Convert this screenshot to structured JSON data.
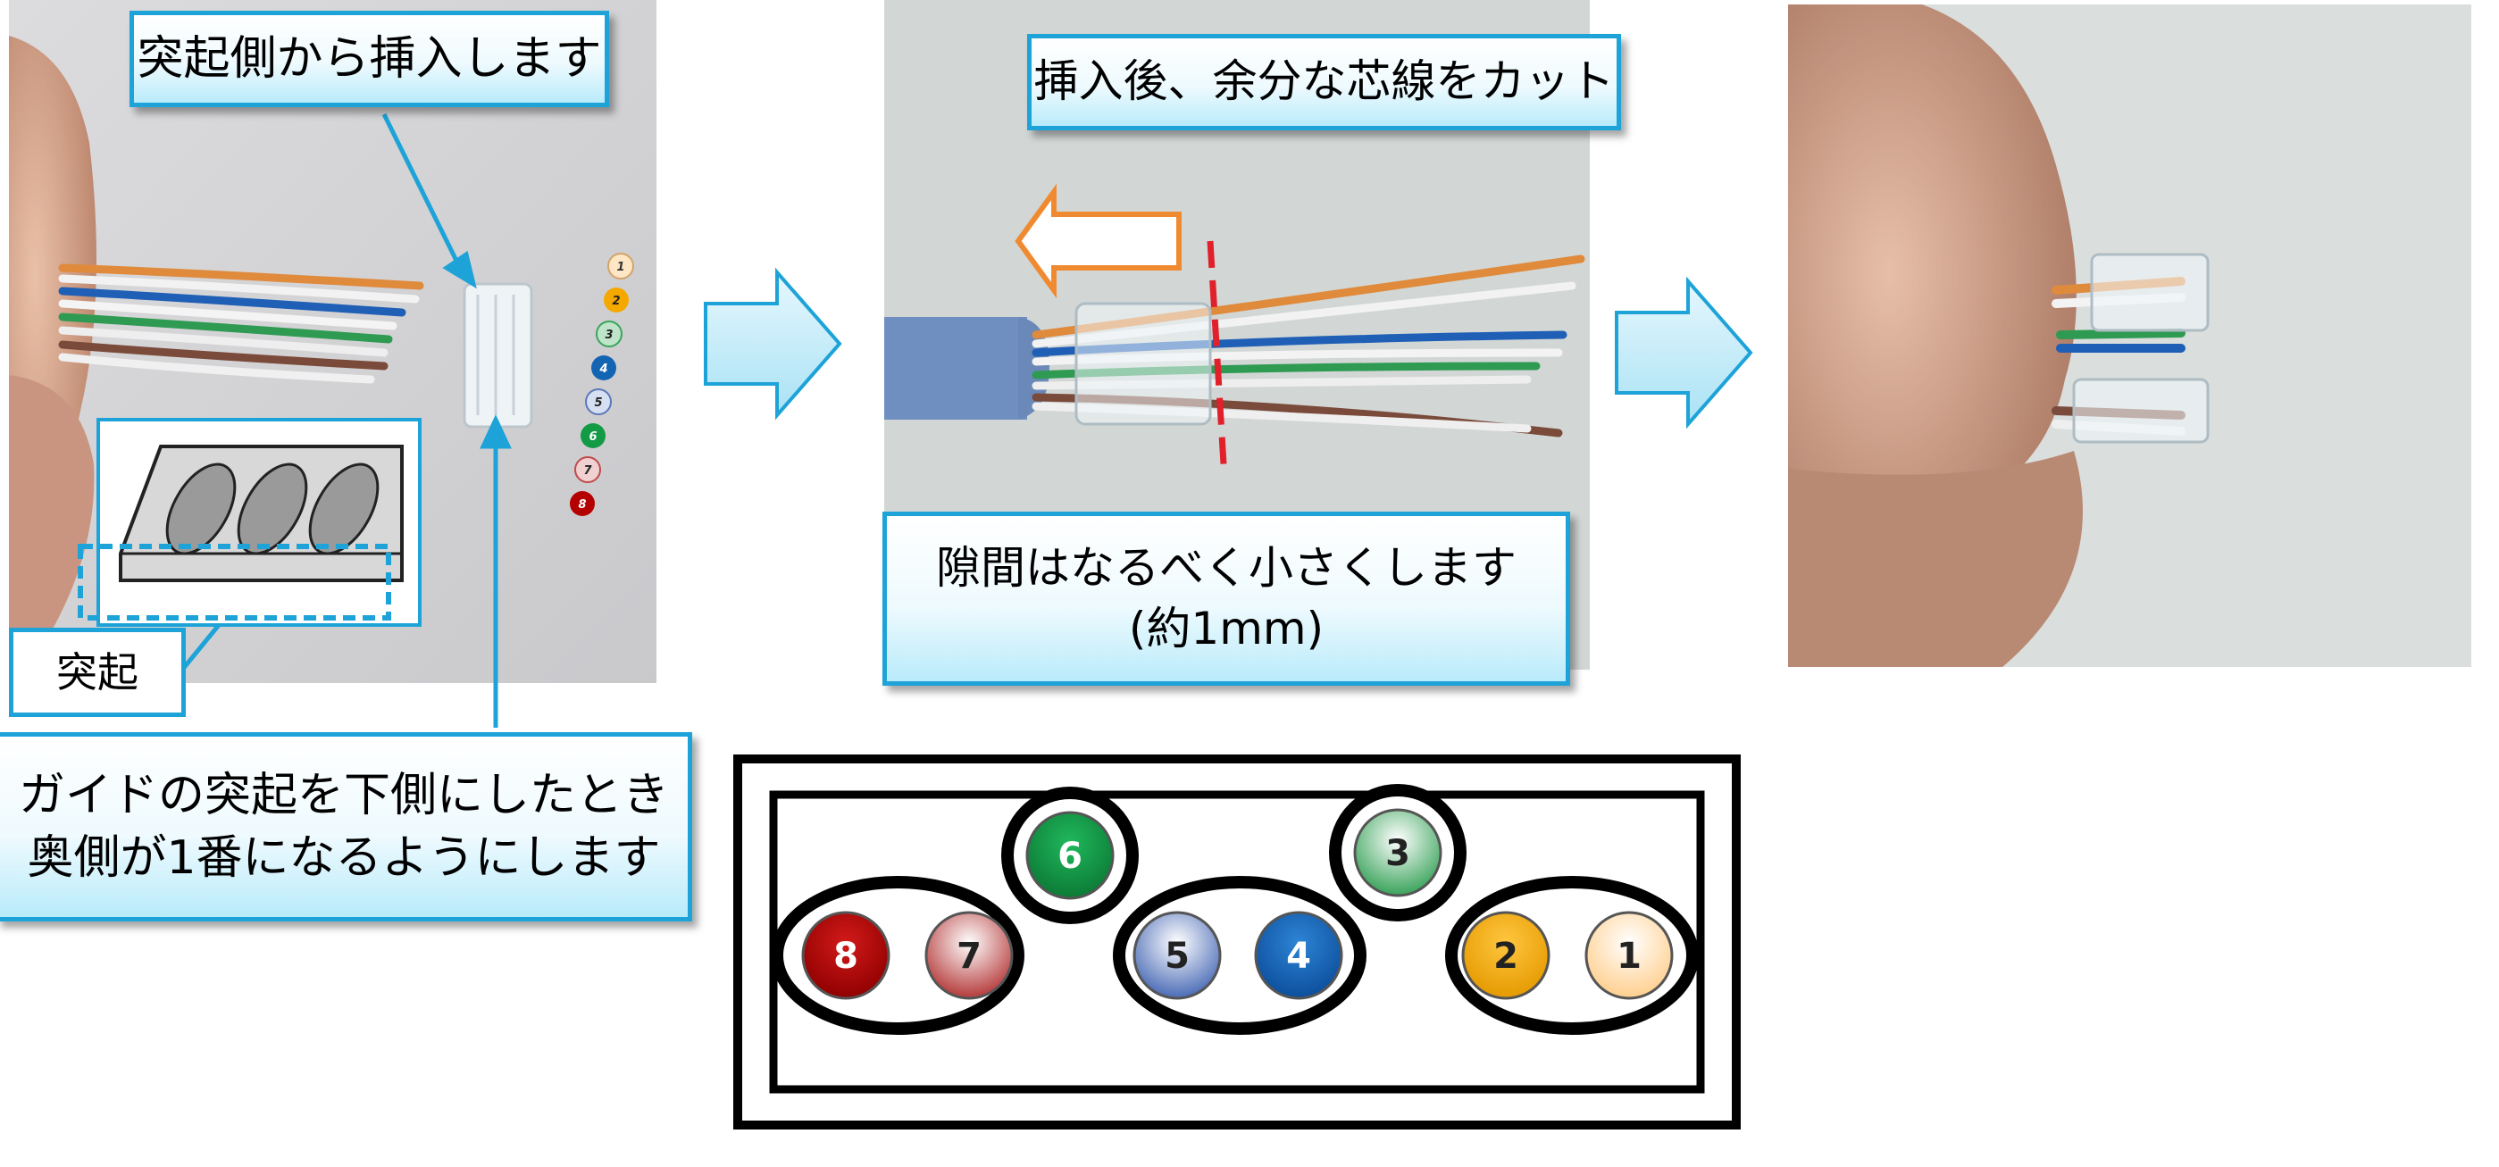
{
  "callouts": {
    "insert_from_protrusion": "突起側から挿入します",
    "protrusion": "突起",
    "guide_orientation_line1": "ガイドの突起を下側にしたとき",
    "guide_orientation_line2": "奥側が1番になるようにします",
    "cut_excess": "挿入後、余分な芯線をカット",
    "gap_small_line1": "隙間はなるべく小さくします",
    "gap_small_line2": "(約1mm)"
  },
  "wire_order_legend": [
    "1",
    "2",
    "3",
    "4",
    "5",
    "6",
    "7",
    "8"
  ],
  "guide_slots": {
    "top_row": [
      "6",
      "3"
    ],
    "bottom_row": [
      "8",
      "7",
      "5",
      "4",
      "2",
      "1"
    ]
  },
  "colors": {
    "callout_border": "#1ea3d8",
    "arrow_fill": "#bfe9f7",
    "cut_line": "#e0202a",
    "pin1": "#ffd9a8",
    "pin2": "#f5a800",
    "pin3": "#3aa55a",
    "pin4": "#1464b4",
    "pin5": "#5b78b8",
    "pin6": "#129a44",
    "pin7": "#c04a4a",
    "pin8": "#b40000"
  }
}
